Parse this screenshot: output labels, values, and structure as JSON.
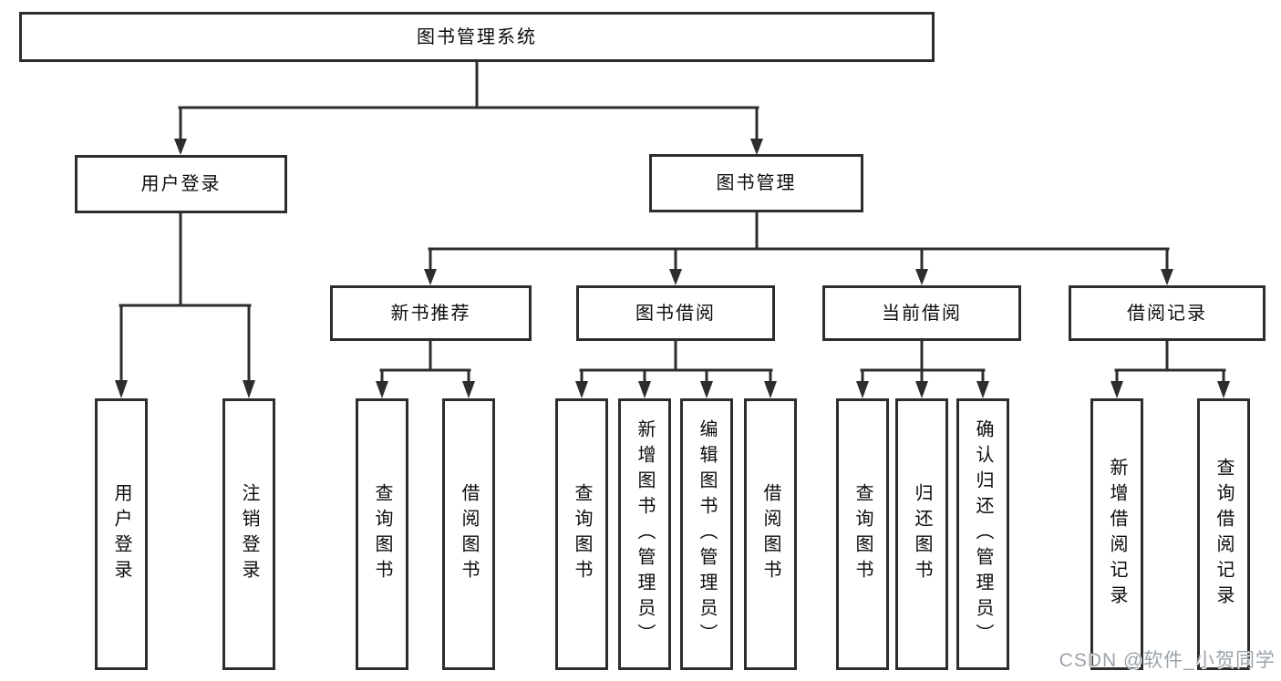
{
  "diagram": {
    "title": "图书管理系统",
    "level2": [
      {
        "id": "user-login",
        "label": "用户登录"
      },
      {
        "id": "book-management",
        "label": "图书管理"
      }
    ],
    "level3": [
      {
        "id": "new-book-recommend",
        "label": "新书推荐"
      },
      {
        "id": "book-borrow",
        "label": "图书借阅"
      },
      {
        "id": "current-borrow",
        "label": "当前借阅"
      },
      {
        "id": "borrow-records",
        "label": "借阅记录"
      }
    ],
    "leaves": {
      "user_login": [
        "用户登录",
        "注销登录"
      ],
      "new_books": [
        "查询图书",
        "借阅图书"
      ],
      "book_borrow": [
        "查询图书",
        "新增图书（管理员）",
        "编辑图书（管理员）",
        "借阅图书"
      ],
      "current_borrow": [
        "查询图书",
        "归还图书",
        "确认归还（管理员）"
      ],
      "borrow_records": [
        "新增借阅记录",
        "查询借阅记录"
      ]
    }
  },
  "watermark": "CSDN @软件_小贺同学",
  "colors": {
    "line": "#2d2d2d",
    "text": "#0c0c0c",
    "watermark": "#9ba3ab",
    "background": "#ffffff"
  }
}
